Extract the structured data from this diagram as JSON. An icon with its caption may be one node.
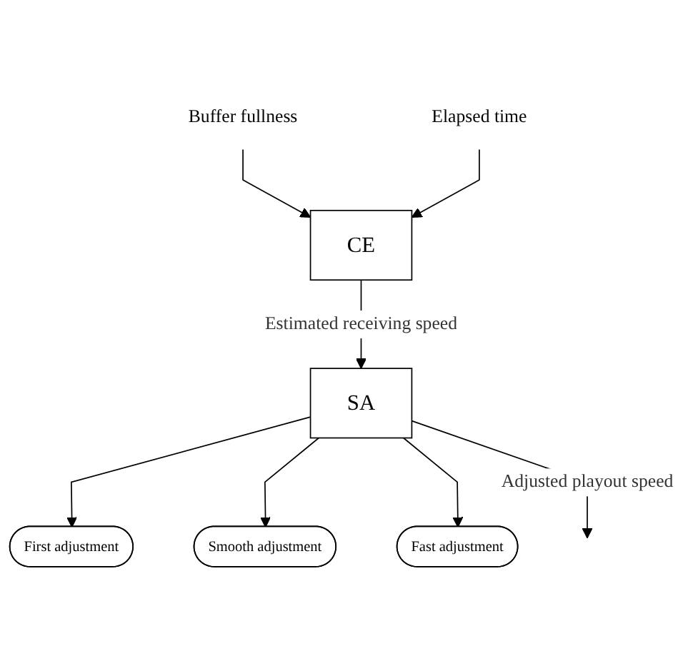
{
  "diagram": {
    "nodes": [
      {
        "text": [
          "Buffer fullness"
        ]
      },
      {
        "text": [
          "Elapsed time"
        ]
      },
      {
        "text": [
          "CE"
        ]
      },
      {
        "text": [
          "SA"
        ]
      },
      {
        "text": [
          "First adjustment"
        ]
      },
      {
        "text": [
          "Smooth adjustment"
        ]
      },
      {
        "text": [
          "Fast adjustment"
        ]
      }
    ],
    "edges": [
      {
        "from": 0,
        "to": 2,
        "arrow": "to"
      },
      {
        "from": 1,
        "to": 2,
        "arrow": "to"
      },
      {
        "from": 2,
        "to": 3,
        "arrow": "to",
        "label": "Estimated receiving speed"
      },
      {
        "from": 3,
        "to": 4,
        "arrow": "to"
      },
      {
        "from": 3,
        "to": 5,
        "arrow": "to"
      },
      {
        "from": 3,
        "to": 6,
        "arrow": "to"
      },
      {
        "from": 3,
        "to": null,
        "arrow": "to",
        "label": "Adjusted playout speed"
      }
    ]
  }
}
